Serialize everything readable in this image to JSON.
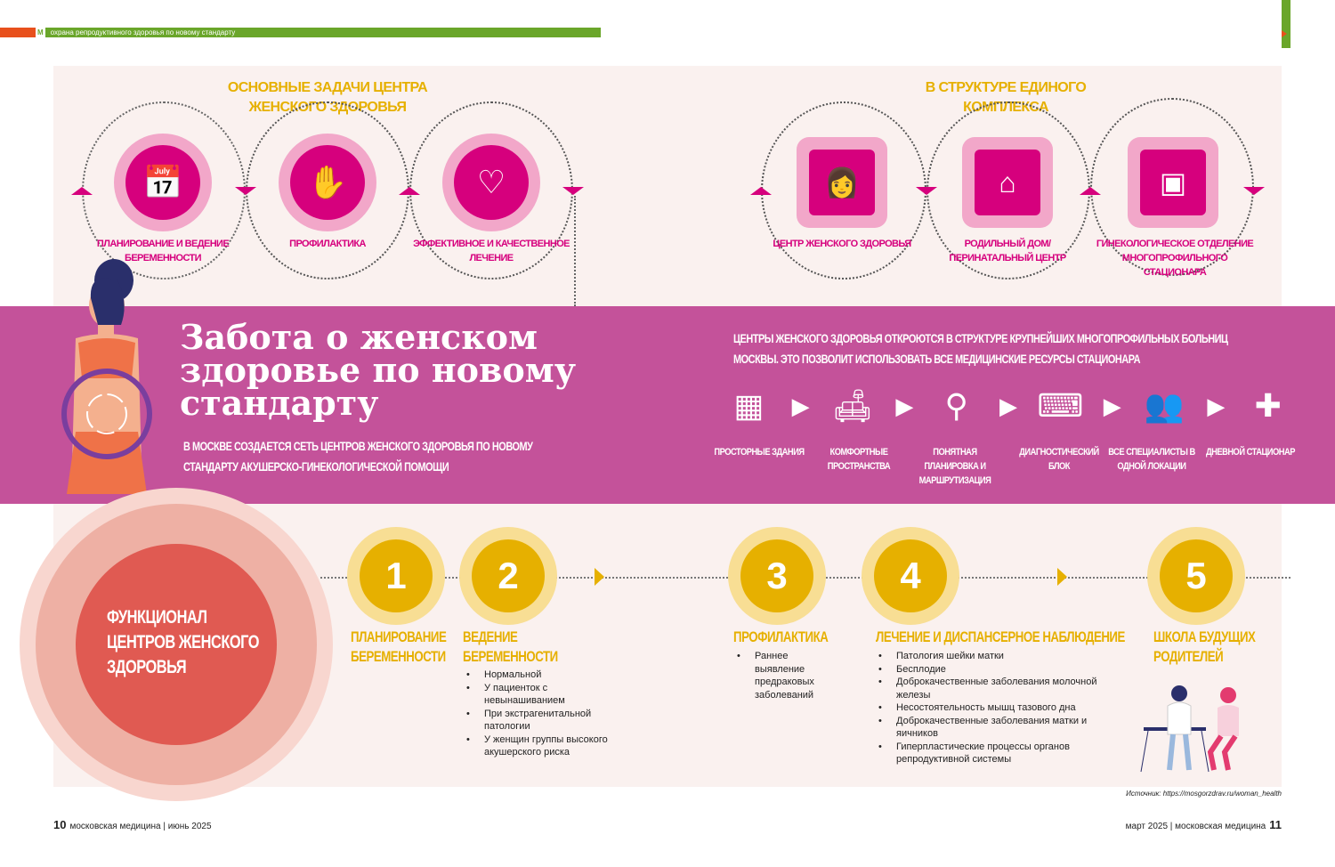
{
  "header": {
    "logo": "М",
    "section": "охрана репродуктивного здоровья по новому стандарту"
  },
  "left_group": {
    "title": "Основные задачи центра женского здоровья",
    "items": [
      {
        "icon": "calendar-heart-icon",
        "label": "Планирование и ведение беременности"
      },
      {
        "icon": "stop-hand-icon",
        "label": "Профилактика"
      },
      {
        "icon": "heart-hands-icon",
        "label": "Эффективное и качественное лечение"
      }
    ]
  },
  "right_group": {
    "title": "В структуре единого комплекса",
    "items": [
      {
        "icon": "women-icon",
        "label": "Центр женского здоровья"
      },
      {
        "icon": "maternity-house-icon",
        "label": "Родильный дом/ перинатальный центр"
      },
      {
        "icon": "hospital-monitor-icon",
        "label": "Гинекологическое отделение многопрофильного стационара"
      }
    ]
  },
  "hero": {
    "title": "Забота о женском здоровье по новому стандарту",
    "subtitle": "В Москве создается сеть центров женского здоровья по новому стандарту акушерско-гинекологической помощи"
  },
  "band_right": {
    "text": "Центры женского здоровья откроются в структуре крупнейших многопрофильных больниц Москвы. Это позволит использовать все медицинские ресурсы стационара",
    "features": [
      {
        "icon": "floor-plan-icon",
        "label": "Просторные здания"
      },
      {
        "icon": "armchair-icon",
        "label": "Комфортные пространства"
      },
      {
        "icon": "route-icon",
        "label": "Понятная планировка и маршрутизация"
      },
      {
        "icon": "diagnostic-icon",
        "label": "Диагностический блок"
      },
      {
        "icon": "doctors-icon",
        "label": "Все специалисты в одной локации"
      },
      {
        "icon": "care-hands-icon",
        "label": "Дневной стационар"
      }
    ]
  },
  "functional": {
    "title": "Функционал центров женского здоровья",
    "steps": [
      {
        "num": "1",
        "title": "Планирование беременности",
        "items": []
      },
      {
        "num": "2",
        "title": "Ведение беременности",
        "items": [
          "Нормальной",
          "У пациенток с невынашиванием",
          "При экстрагенитальной патологии",
          "У женщин группы высокого акушерского риска"
        ]
      },
      {
        "num": "3",
        "title": "Профилактика",
        "items": [
          "Раннее выявление предраковых заболеваний"
        ]
      },
      {
        "num": "4",
        "title": "Лечение и диспансерное наблюдение",
        "items": [
          "Патология шейки матки",
          "Бесплодие",
          "Доброкачественные заболевания молочной железы",
          "Несостоятельность мышц тазового дна",
          "Доброкачественные заболевания матки и яичников",
          "Гиперпластические процессы органов репродуктивной системы"
        ]
      },
      {
        "num": "5",
        "title": "Школа будущих родителей",
        "items": []
      }
    ]
  },
  "source": "Источник: https://mosgorzdrav.ru/woman_health",
  "footer": {
    "left_num": "10",
    "left_text": "московская медицина | июнь 2025",
    "right_text": "март 2025 | московская медицина",
    "right_num": "11"
  },
  "colors": {
    "band": "#c4529a",
    "accent": "#d6007d",
    "yellow": "#e6b000",
    "panel": "#faf1ef",
    "green": "#6aa62a",
    "orange": "#e8501c"
  }
}
